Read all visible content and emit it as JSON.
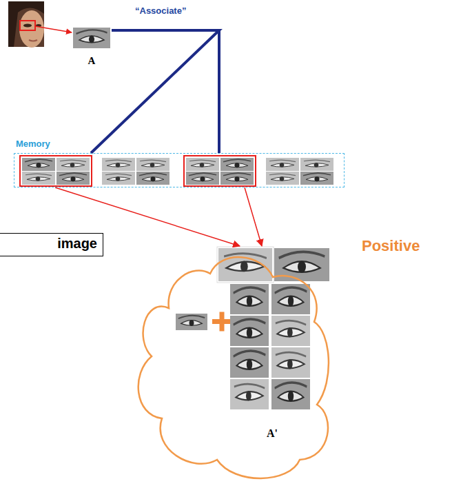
{
  "diagram": {
    "nodes": [
      {
        "text": [
          "A"
        ]
      },
      {
        "text": [
          "Memory"
        ]
      },
      {
        "text": [
          "image"
        ]
      },
      {
        "text": [
          "Positive",
          "A'"
        ]
      }
    ],
    "edges": [
      {
        "from": 0,
        "to": 1,
        "arrow": "none",
        "label": "“Associate”"
      },
      {
        "from": 1,
        "to": 3,
        "arrow": "to"
      },
      {
        "from": 1,
        "to": 3,
        "arrow": "to"
      }
    ]
  }
}
